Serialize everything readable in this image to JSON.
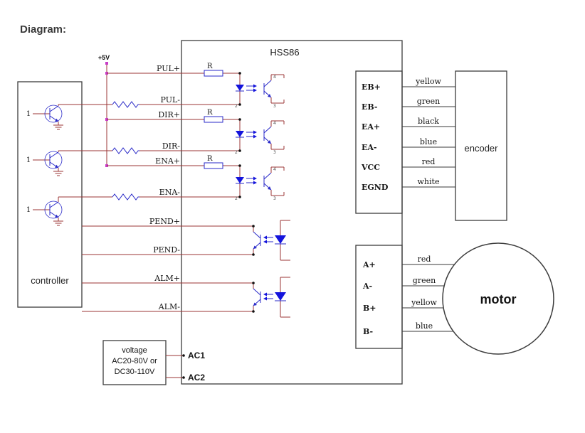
{
  "title": "Diagram:",
  "driver": {
    "name": "HSS86",
    "ac1": "AC1",
    "ac2": "AC2"
  },
  "controller": {
    "label": "controller",
    "pins": [
      "1",
      "1",
      "1"
    ]
  },
  "power": {
    "rail": "+5V",
    "voltage_lines": [
      "voltage",
      "AC20-80V or",
      "DC30-110V"
    ]
  },
  "signals": {
    "pul_plus": "PUL+",
    "pul_minus": "PUL-",
    "dir_plus": "DIR+",
    "dir_minus": "DIR-",
    "ena_plus": "ENA+",
    "ena_minus": "ENA-",
    "pend_plus": "PEND+",
    "pend_minus": "PEND-",
    "alm_plus": "ALM+",
    "alm_minus": "ALM-"
  },
  "resistor": "R",
  "opto_pins": [
    "2",
    "3",
    "4"
  ],
  "encoder": {
    "label": "encoder",
    "pins": [
      {
        "name": "EB+",
        "wire_color": "yellow"
      },
      {
        "name": "EB-",
        "wire_color": "green"
      },
      {
        "name": "EA+",
        "wire_color": "black"
      },
      {
        "name": "EA-",
        "wire_color": "blue"
      },
      {
        "name": "VCC",
        "wire_color": "red"
      },
      {
        "name": "EGND",
        "wire_color": "white"
      }
    ]
  },
  "motor": {
    "label": "motor",
    "pins": [
      {
        "name": "A+",
        "wire_color": "red"
      },
      {
        "name": "A-",
        "wire_color": "green"
      },
      {
        "name": "B+",
        "wire_color": "yellow"
      },
      {
        "name": "B-",
        "wire_color": "blue"
      }
    ]
  },
  "colors": {
    "wire": "#9b3434",
    "component": "#2a2ac8",
    "led": "#1414dc",
    "junction": "#c83cc8",
    "outline": "#3c3c3c",
    "background": "#ffffff"
  }
}
